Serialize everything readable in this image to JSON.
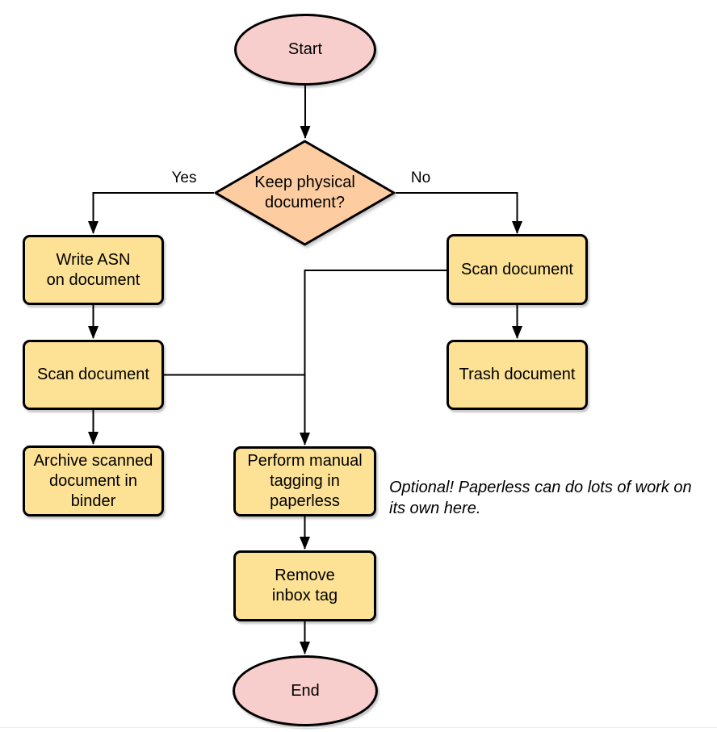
{
  "colors": {
    "terminator_fill": "#f8cecc",
    "decision_fill": "#fdcda1",
    "process_fill": "#fde295",
    "stroke": "#000000"
  },
  "nodes": {
    "start": {
      "label": "Start"
    },
    "keep_physical": {
      "label": "Keep physical\ndocument?"
    },
    "write_asn": {
      "label": "Write ASN\non document"
    },
    "scan_document_left": {
      "label": "Scan document"
    },
    "archive_binder": {
      "label": "Archive scanned\ndocument in\nbinder"
    },
    "scan_document_right": {
      "label": "Scan document"
    },
    "trash_document": {
      "label": "Trash document"
    },
    "manual_tagging": {
      "label": "Perform manual\ntagging in\npaperless"
    },
    "remove_inbox_tag": {
      "label": "Remove\ninbox tag"
    },
    "end": {
      "label": "End"
    }
  },
  "edge_labels": {
    "yes": "Yes",
    "no": "No"
  },
  "annotation": "Optional! Paperless can do lots of work on\nits own here."
}
